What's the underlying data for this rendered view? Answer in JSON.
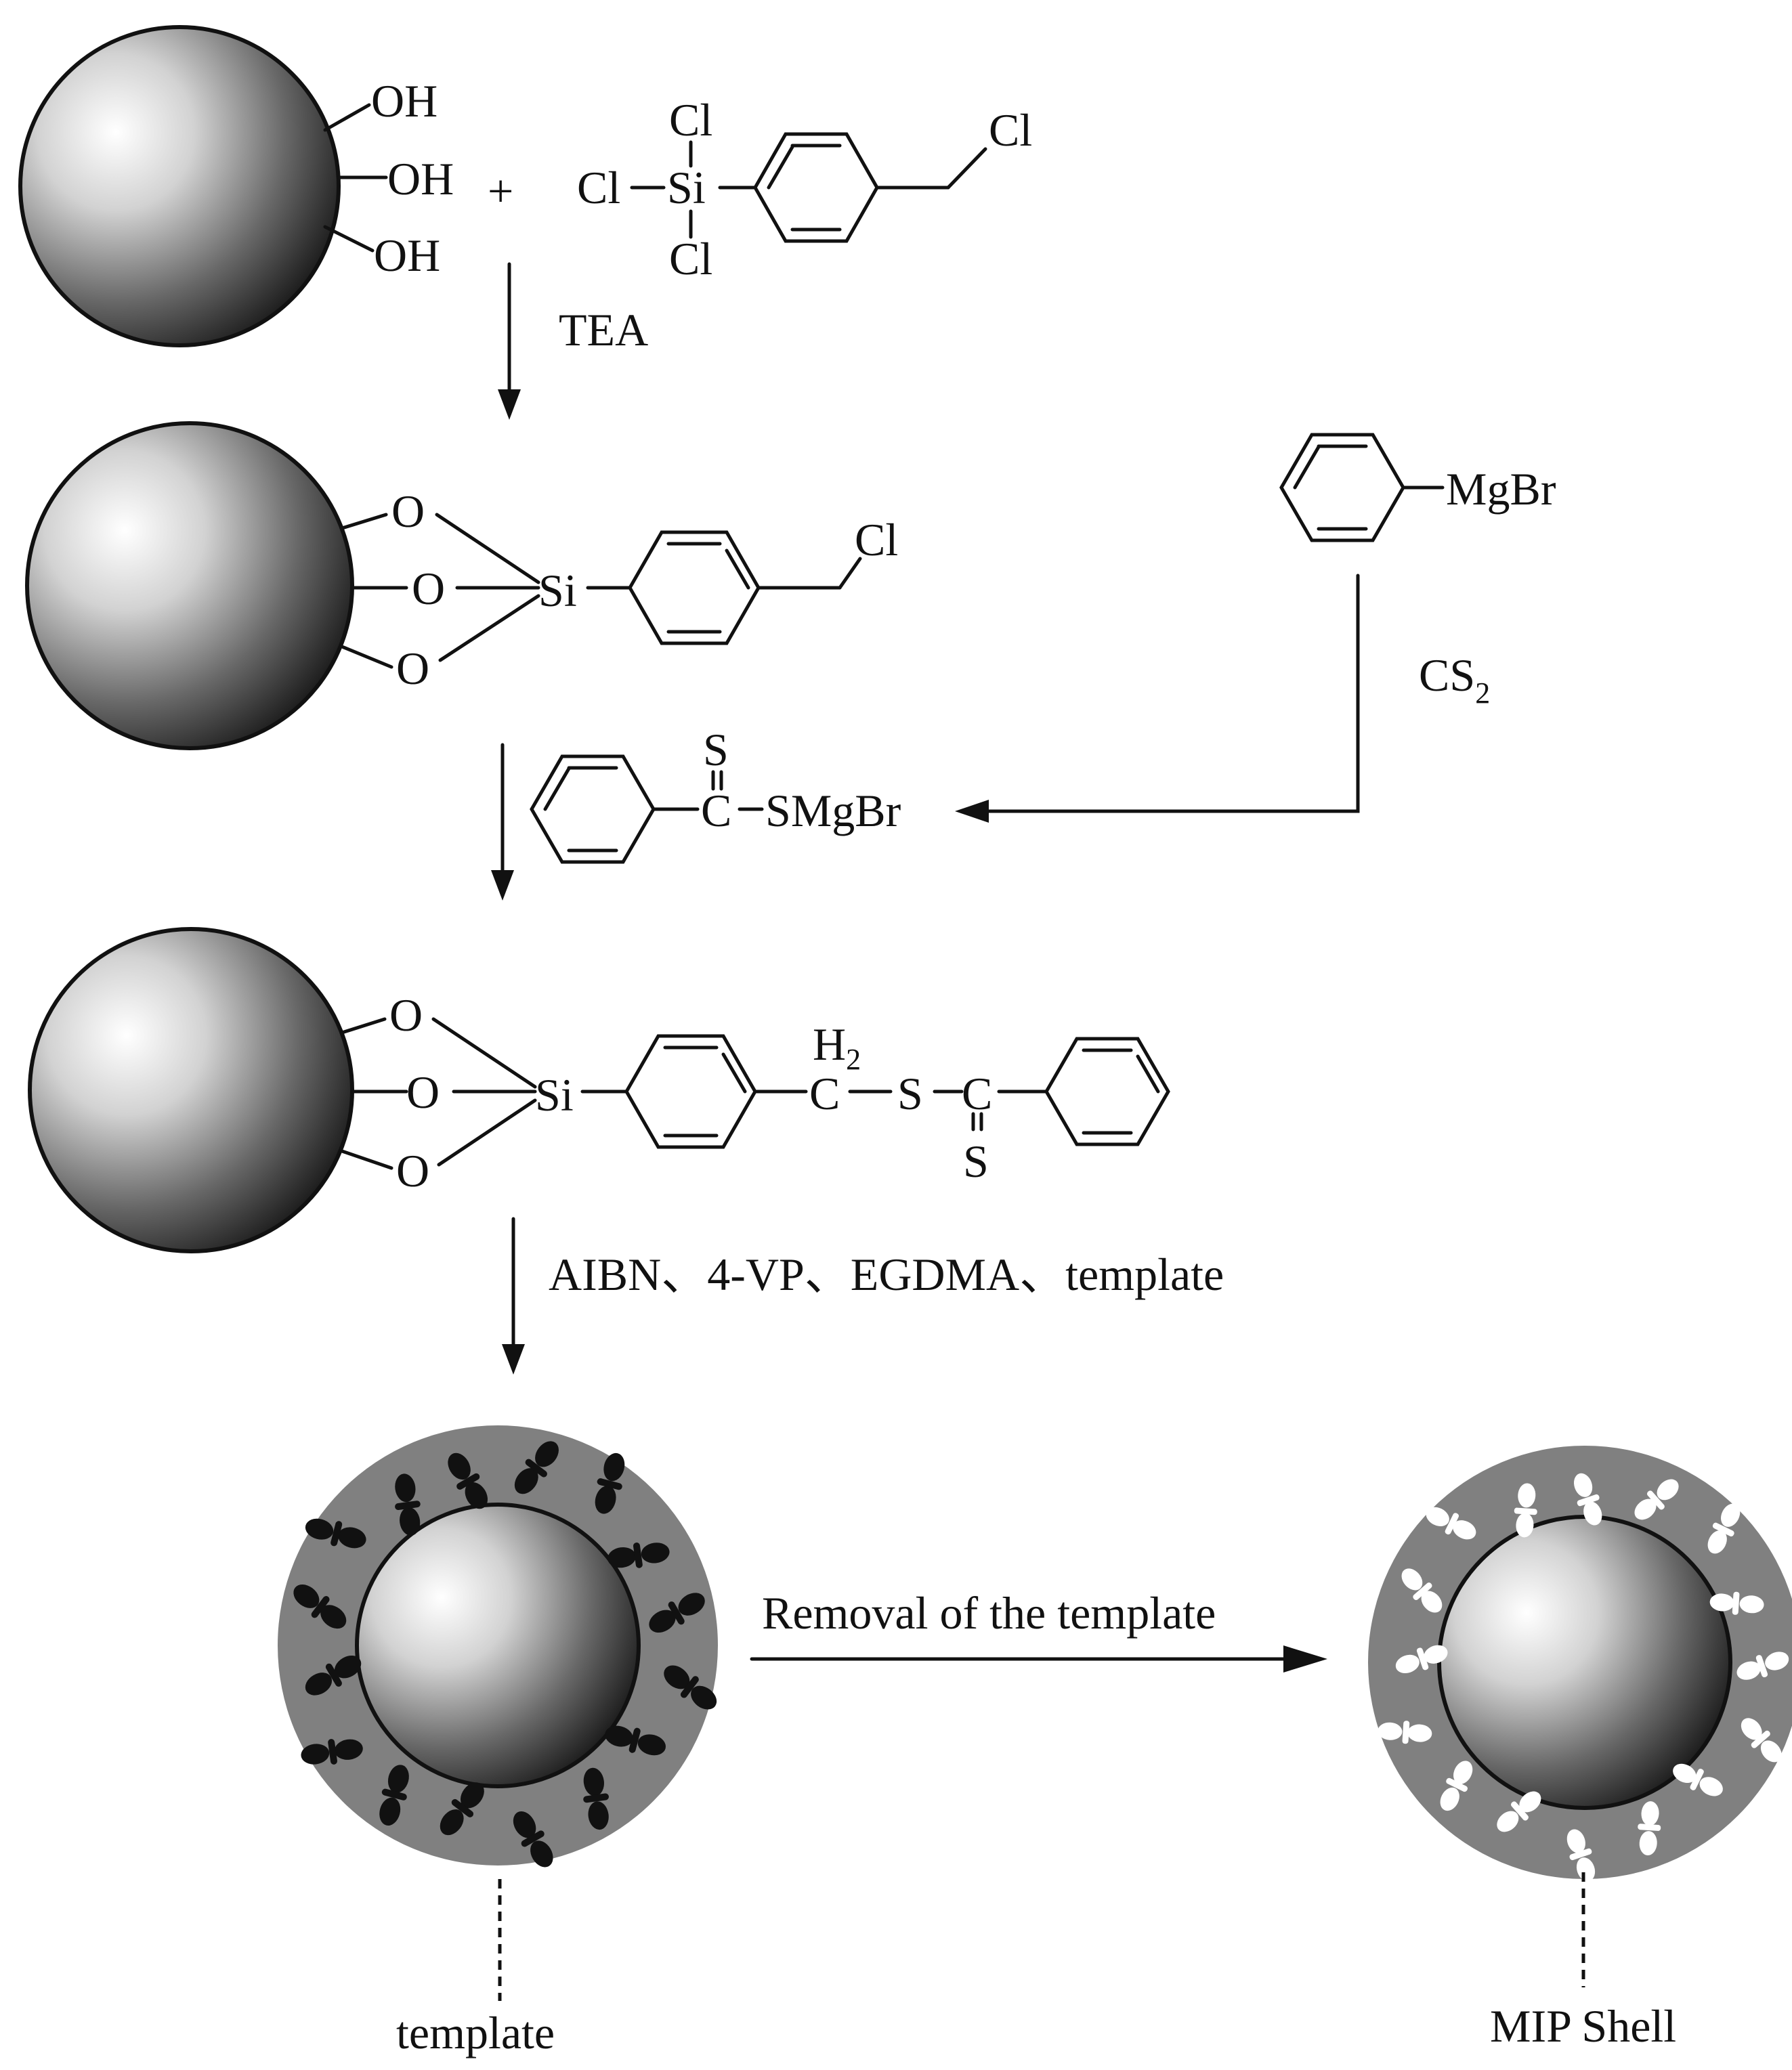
{
  "reactants": {
    "oh1": "OH",
    "oh2": "OH",
    "oh3": "OH",
    "plus": "+",
    "silane_cl_top": "Cl",
    "silane_cl_left": "Cl",
    "silane_si": "Si",
    "silane_cl_bottom": "Cl",
    "benzyl_cl": "Cl"
  },
  "step1": {
    "reagent": "TEA"
  },
  "intermediate1": {
    "o1": "O",
    "o2": "O",
    "o3": "O",
    "si": "Si",
    "cl": "Cl"
  },
  "grignard": {
    "label": "MgBr",
    "reagent_main": "CS",
    "reagent_sub": "2"
  },
  "dithio_salt": {
    "s": "S",
    "c": "C",
    "tail": "SMgBr"
  },
  "intermediate2": {
    "o1": "O",
    "o2": "O",
    "o3": "O",
    "si": "Si",
    "h2_h": "H",
    "h2_sub": "2",
    "c1": "C",
    "s1": "S",
    "c2": "C",
    "s2": "S"
  },
  "step3": {
    "reagents": "AIBN、4-VP、EGDMA、template"
  },
  "step4": {
    "label": "Removal of the template"
  },
  "labels": {
    "template": "template",
    "mip_shell": "MIP Shell"
  },
  "colors": {
    "shell": "#808080",
    "template_molecule": "#111111",
    "cavity": "#ffffff",
    "ink": "#111111"
  }
}
